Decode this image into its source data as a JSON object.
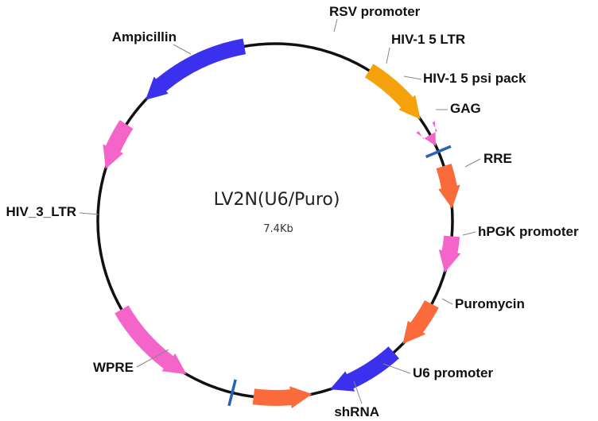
{
  "plasmid": {
    "name": "LV2N(U6/Puro)",
    "size": "7.4Kb"
  },
  "colors": {
    "backbone": "#111111",
    "orange": "#f5a20c",
    "pink": "#f564c8",
    "coral": "#fa6a3a",
    "blue": "#3a30ee",
    "site": "#2a62b8"
  },
  "features": [
    {
      "id": "rsv-promoter",
      "label": "RSV promoter",
      "color": "orange",
      "direction": "clockwise"
    },
    {
      "id": "hiv-1-5-ltr",
      "label": "HIV-1 5 LTR",
      "color": "pink",
      "direction": "clockwise"
    },
    {
      "id": "gag",
      "label": "GAG",
      "color": "coral",
      "direction": "clockwise"
    },
    {
      "id": "rre",
      "label": "RRE",
      "color": "pink",
      "direction": "clockwise"
    },
    {
      "id": "hpgk-promoter",
      "label": "hPGK promoter",
      "color": "coral",
      "direction": "clockwise"
    },
    {
      "id": "puromycin",
      "label": "Puromycin",
      "color": "blue",
      "direction": "clockwise"
    },
    {
      "id": "u6-promoter",
      "label": "U6 promoter",
      "color": "coral",
      "direction": "counterclockwise"
    },
    {
      "id": "wpre",
      "label": "WPRE",
      "color": "pink",
      "direction": "counterclockwise"
    },
    {
      "id": "hiv-3-ltr",
      "label": "HIV_3_LTR",
      "color": "pink",
      "direction": "counterclockwise"
    },
    {
      "id": "ampicillin",
      "label": "Ampicillin",
      "color": "blue",
      "direction": "counterclockwise"
    }
  ],
  "sites": [
    {
      "id": "hiv-1-5-psi-pack",
      "label": "HIV-1 5 psi pack"
    },
    {
      "id": "shrna",
      "label": "shRNA"
    }
  ]
}
